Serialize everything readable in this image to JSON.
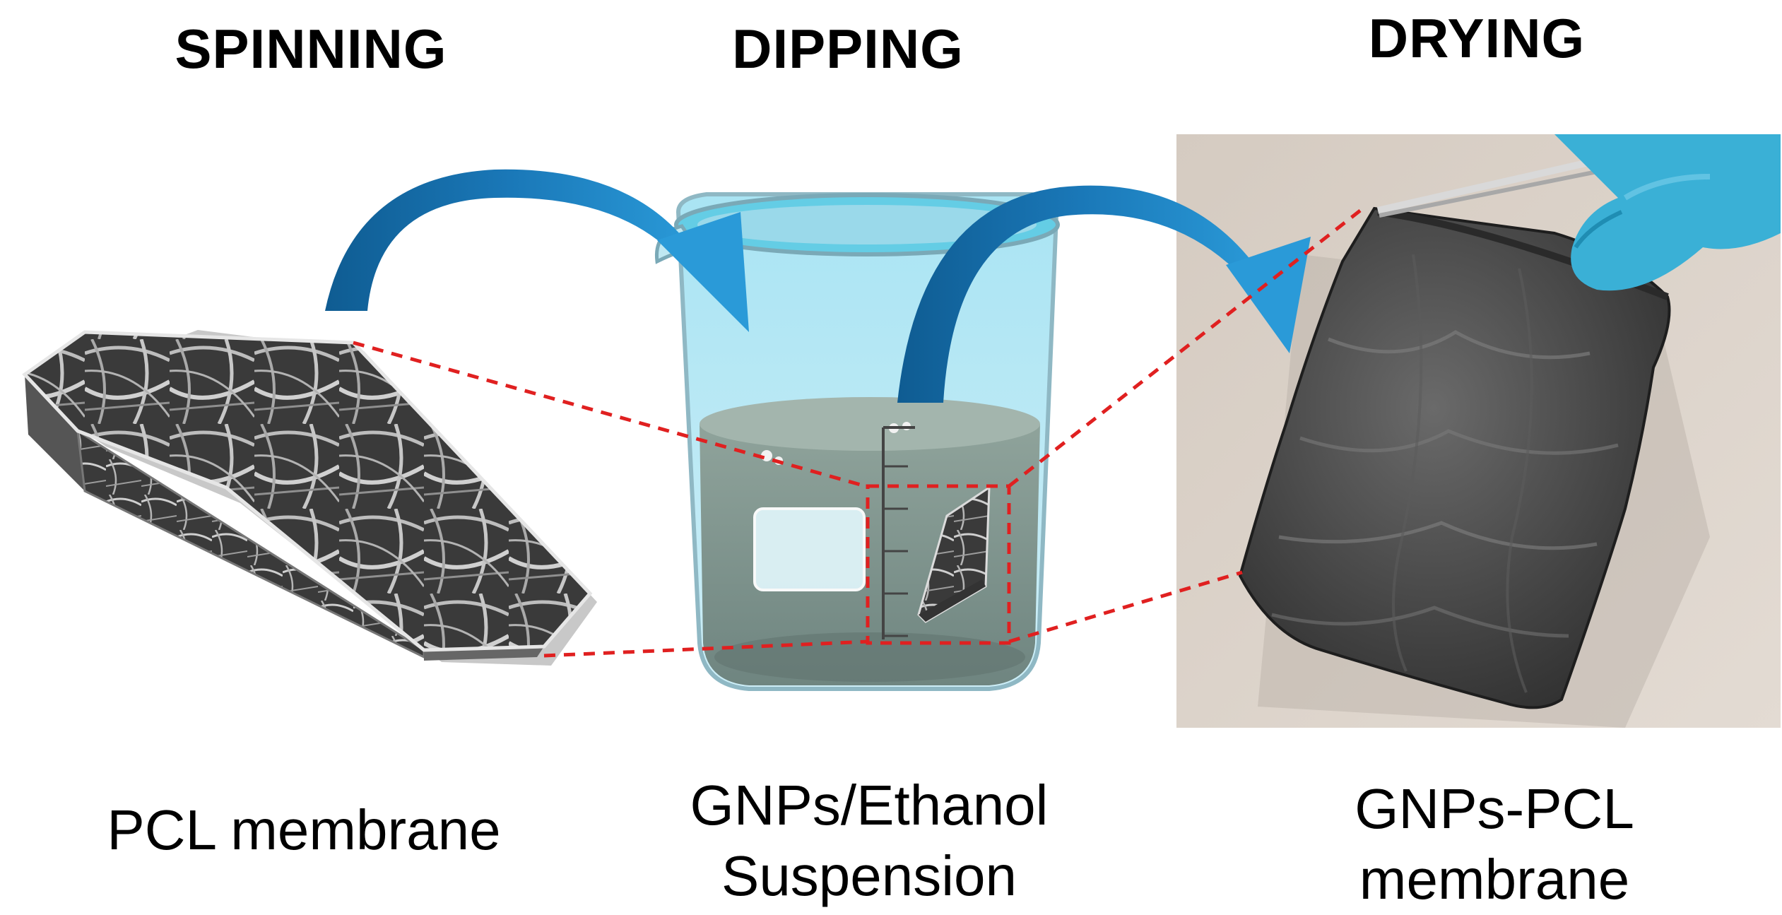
{
  "steps": [
    {
      "heading": "SPINNING",
      "caption": "PCL membrane"
    },
    {
      "heading": "DIPPING",
      "caption": "GNPs/Ethanol Suspension"
    },
    {
      "heading": "DRYING",
      "caption": "GNPs-PCL membrane"
    }
  ],
  "colors": {
    "arrow": "#1a78b8",
    "arrow_dark": "#0f5c92",
    "dashed_line": "#e02020",
    "liquid": "#8a9e96",
    "glass": "#bfe8f2",
    "photo_bg": "#d8cfc6",
    "glove": "#3ab0d6",
    "membrane": "#4a4a4a"
  },
  "icons": [
    "curved-arrow-icon",
    "beaker-icon",
    "nanofiber-membrane-icon",
    "tweezers-icon",
    "glove-icon"
  ]
}
